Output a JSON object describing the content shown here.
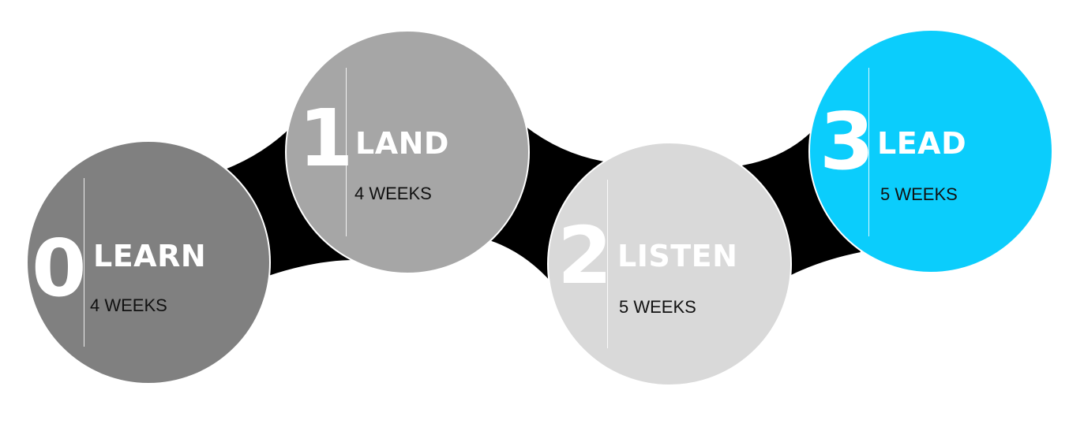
{
  "colors": {
    "connector": "#000000",
    "step_0": "#808080",
    "step_1": "#a6a6a6",
    "step_2": "#d9d9d9",
    "step_3": "#0bcdfc",
    "text_light": "#ffffff",
    "text_dark": "#111111"
  },
  "steps": [
    {
      "number": "0",
      "phase": "LEARN",
      "duration": "4 WEEKS"
    },
    {
      "number": "1",
      "phase": "LAND",
      "duration": "4 WEEKS"
    },
    {
      "number": "2",
      "phase": "LISTEN",
      "duration": "5 WEEKS"
    },
    {
      "number": "3",
      "phase": "LEAD",
      "duration": "5 WEEKS"
    }
  ]
}
